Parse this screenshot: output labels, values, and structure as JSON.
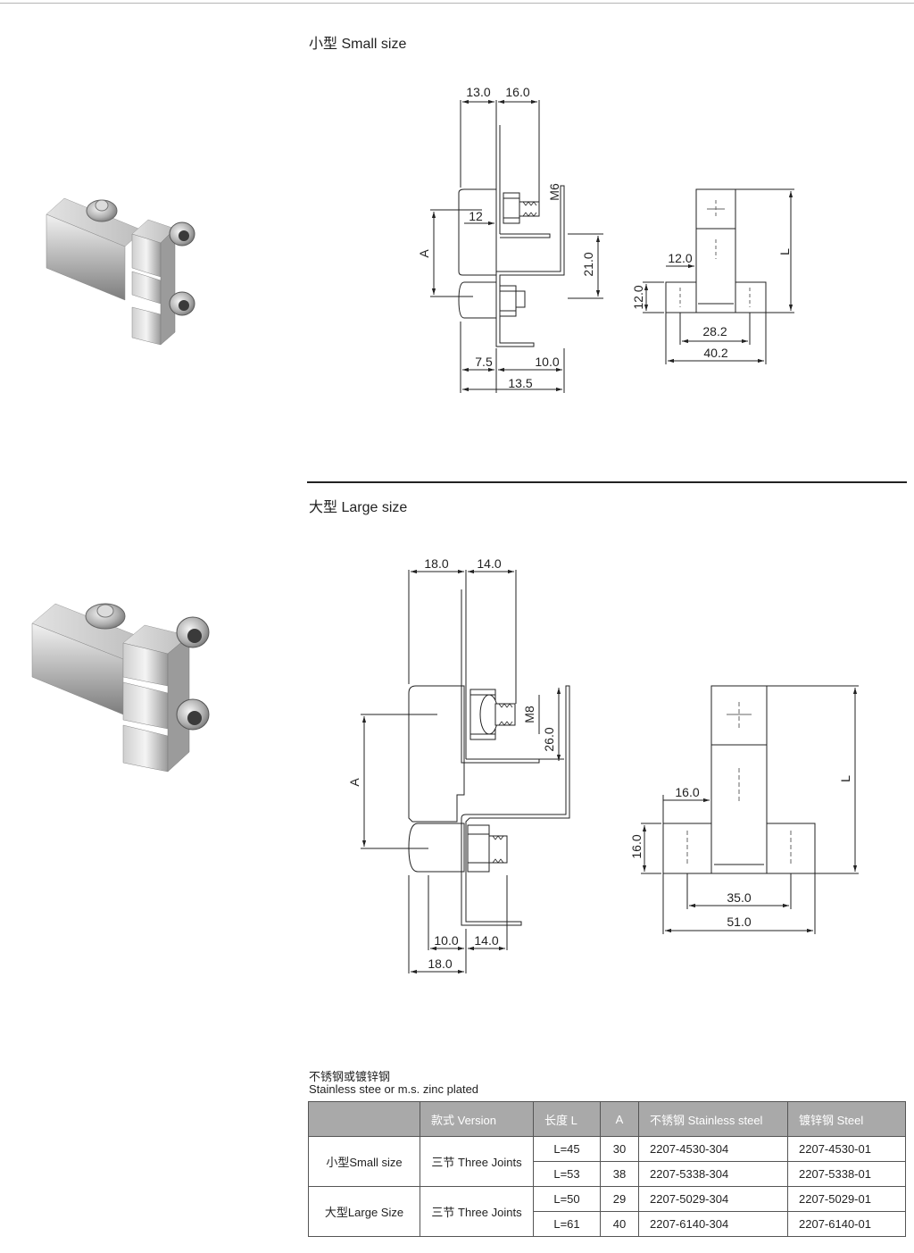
{
  "small": {
    "title": "小型 Small size",
    "dims": {
      "top_left": "13.0",
      "top_right": "16.0",
      "thread": "M6",
      "offset": "12",
      "a": "A",
      "height": "21.0",
      "bottom_left": "7.5",
      "bottom_right": "10.0",
      "bottom_total": "13.5",
      "side_top": "12.0",
      "side_h": "12.0",
      "inner_w": "28.2",
      "outer_w": "40.2",
      "length": "L"
    }
  },
  "large": {
    "title": "大型 Large size",
    "dims": {
      "top_left": "18.0",
      "top_right": "14.0",
      "thread": "M8",
      "height": "26.0",
      "a": "A",
      "bottom_left": "10.0",
      "bottom_right": "14.0",
      "bottom_total": "18.0",
      "side_top": "16.0",
      "side_h": "16.0",
      "inner_w": "35.0",
      "outer_w": "51.0",
      "length": "L"
    }
  },
  "spec": {
    "material_cn": "不锈钢或镀锌钢",
    "material_en": "Stainless stee or m.s. zinc plated",
    "headers": [
      "",
      "款式 Version",
      "长度 L",
      "A",
      "不锈钢 Stainless steel",
      "镀锌钢 Steel"
    ],
    "groups": [
      {
        "size": "小型Small size",
        "version": "三节  Three Joints",
        "rows": [
          {
            "length": "L=45",
            "a": "30",
            "stainless": "2207-4530-304",
            "steel": "2207-4530-01"
          },
          {
            "length": "L=53",
            "a": "38",
            "stainless": "2207-5338-304",
            "steel": "2207-5338-01"
          }
        ]
      },
      {
        "size": "大型Large Size",
        "version": "三节  Three Joints",
        "rows": [
          {
            "length": "L=50",
            "a": "29",
            "stainless": "2207-5029-304",
            "steel": "2207-5029-01"
          },
          {
            "length": "L=61",
            "a": "40",
            "stainless": "2207-6140-304",
            "steel": "2207-6140-01"
          }
        ]
      }
    ]
  }
}
